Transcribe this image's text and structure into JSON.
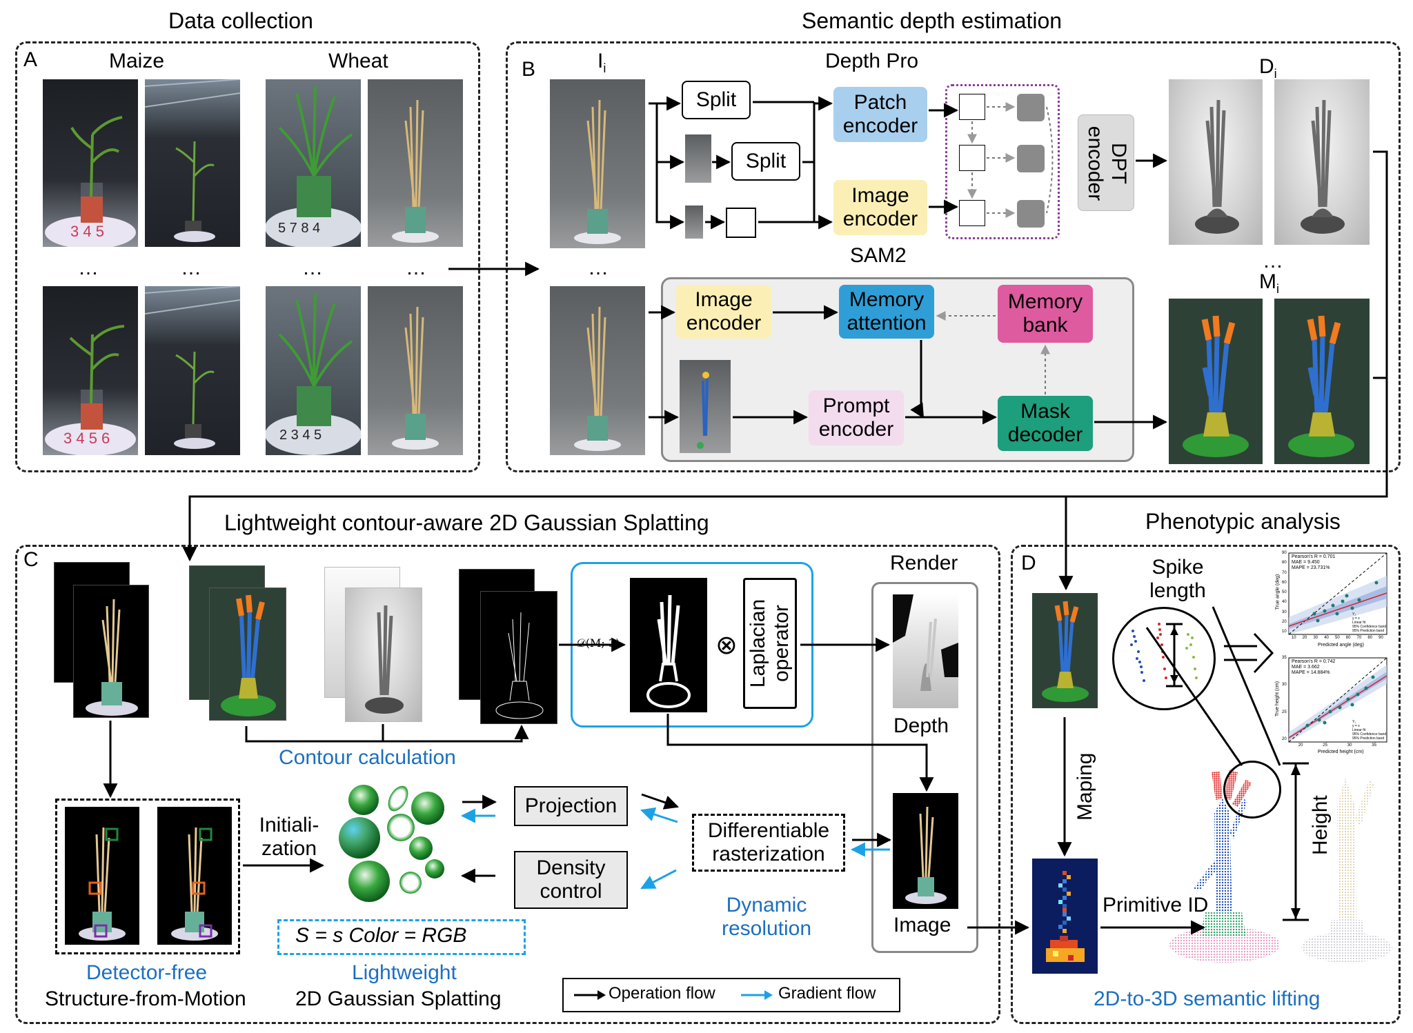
{
  "sections": {
    "data_collection": "Data collection",
    "semantic_depth": "Semantic depth estimation",
    "gaussian": "Lightweight contour-aware 2D Gaussian Splatting",
    "phenotypic": "Phenotypic analysis"
  },
  "panel_letters": {
    "a": "A",
    "b": "B",
    "c": "C",
    "d": "D"
  },
  "panel_a": {
    "maize": "Maize",
    "wheat": "Wheat",
    "ellipsis": "…"
  },
  "panel_b": {
    "ii": "I",
    "ii_sub": "i",
    "depth_pro": "Depth Pro",
    "split": "Split",
    "patch_encoder": "Patch\nencoder",
    "image_encoder": "Image\nencoder",
    "dpt_encoder": "DPT\nencoder",
    "di": "D",
    "di_sub": "i",
    "sam2": "SAM2",
    "mi": "M",
    "mi_sub": "i",
    "ellipsis": "…",
    "sam_image_encoder": "Image\nencoder",
    "memory_attention": "Memory\nattention",
    "memory_bank": "Memory\nbank",
    "prompt_encoder": "Prompt\nencoder",
    "mask_decoder": "Mask\ndecoder"
  },
  "panel_c": {
    "dilation": "𝒟(M; 3)",
    "otimes": "⊗",
    "laplacian": "Laplacian\noperator",
    "render": "Render",
    "depth": "Depth",
    "image": "Image",
    "contour_calc": "Contour calculation",
    "initialization": "Initiali-\nzation",
    "projection": "Projection",
    "density_control": "Density\ncontrol",
    "diff_raster": "Differentiable\nrasterization",
    "dynamic_res": "Dynamic\nresolution",
    "formula": "S = s    Color = RGB",
    "detector_free": "Detector-free",
    "sfm": "Structure-from-Motion",
    "lightweight": "Lightweight",
    "gs2d": "2D Gaussian Splatting",
    "legend_op": "Operation flow",
    "legend_grad": "Gradient flow"
  },
  "panel_d": {
    "spike_length": "Spike\nlength",
    "maping": "Maping",
    "primitive_id": "Primitive ID",
    "height": "Height",
    "lifting": "2D-to-3D semantic lifting",
    "plot1": {
      "stats": [
        "Pearson's R = 0.701",
        "MAE = 9.450",
        "MAPE = 23.731%"
      ],
      "ylabel": "True angle (deg)",
      "xlabel": "Predicted angle (deg)",
      "xticks": [
        "10",
        "20",
        "30",
        "40",
        "50",
        "60",
        "70",
        "80",
        "90"
      ],
      "yticks": [
        "90",
        "80",
        "70",
        "60",
        "50",
        "40",
        "30",
        "20",
        "10"
      ],
      "legend": [
        "Y₁",
        "y = x",
        "Linear fit",
        "95% Confidence band",
        "95% Prediction band"
      ]
    },
    "plot2": {
      "stats": [
        "Pearson's R = 0.742",
        "MAE = 3.662",
        "MAPE = 14.884%"
      ],
      "ylabel": "True height (cm)",
      "xlabel": "Predicted height (cm)",
      "xticks": [
        "20",
        "25",
        "30",
        "35"
      ],
      "yticks": [
        "35",
        "30",
        "25",
        "20"
      ],
      "legend": [
        "Y₁",
        "y = x",
        "Linear fit",
        "95% Confidence band",
        "95% Prediction band"
      ]
    }
  },
  "colors": {
    "patch_encoder": "#a9cfee",
    "image_encoder": "#fbefb5",
    "memory_attention": "#2f9ed6",
    "memory_bank": "#de5b9f",
    "prompt_encoder": "#f2dcee",
    "mask_decoder": "#1d9e7c",
    "gradient_arrow": "#1ba2e6",
    "blue_text": "#1c6fc0",
    "sam_panel": "#eeeeee"
  }
}
